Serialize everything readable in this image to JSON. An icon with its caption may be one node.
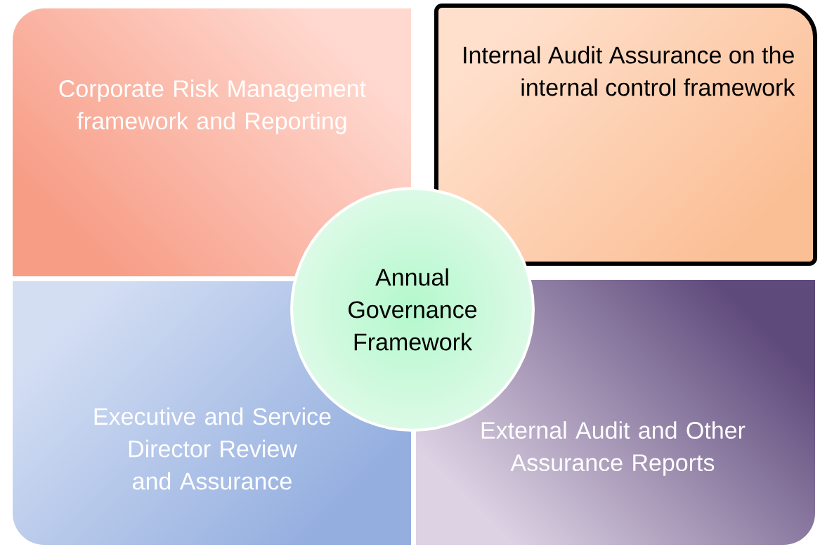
{
  "diagram": {
    "nodes": [
      {
        "text": [
          "Corporate Risk Management framework and Reporting"
        ]
      },
      {
        "text": [
          "Internal Audit Assurance on the internal control framework"
        ]
      },
      {
        "text": [
          "Annual Governance Framework"
        ]
      },
      {
        "text": [
          "Executive and Service Director Review and Assurance"
        ]
      },
      {
        "text": [
          "External Audit and Other Assurance Reports"
        ]
      }
    ]
  }
}
